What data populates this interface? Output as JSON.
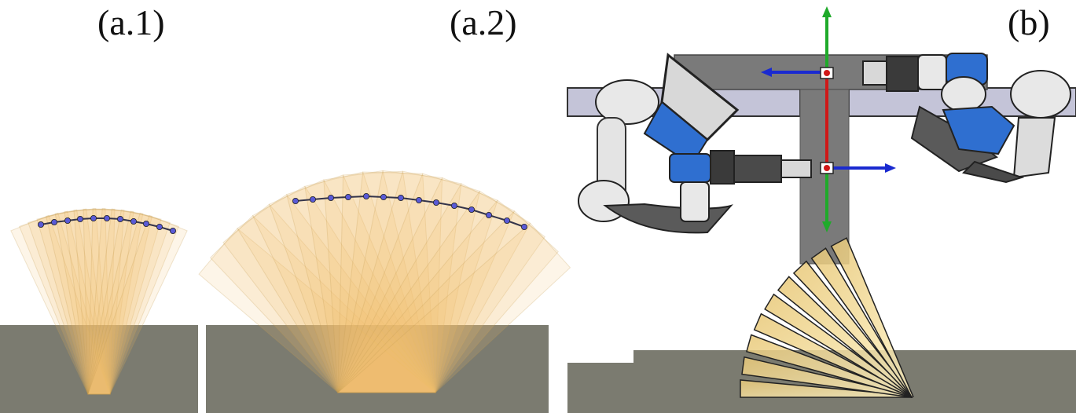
{
  "panels": [
    {
      "id": "a1",
      "label": "(a.1)"
    },
    {
      "id": "a2",
      "label": "(a.2)"
    },
    {
      "id": "b",
      "label": "(b)"
    }
  ],
  "colors": {
    "ground": "#7b7b70",
    "fan_fill": "#f5c070",
    "trajectory": "#34344a",
    "trajectory_point": "#5a5ad6",
    "beam": "#7a7a7a",
    "rail": "#c4c4d8",
    "robot_blue": "#2f6fd0",
    "robot_gray": "#4a4a4a",
    "robot_white": "#e8e8e8",
    "axis_green": "#1faa2a",
    "axis_red": "#d01818",
    "axis_blue": "#1a2ad0",
    "board_fill": "#f6dc90"
  },
  "icons": [
    "robot-arm-icon",
    "coordinate-frame-icon"
  ]
}
